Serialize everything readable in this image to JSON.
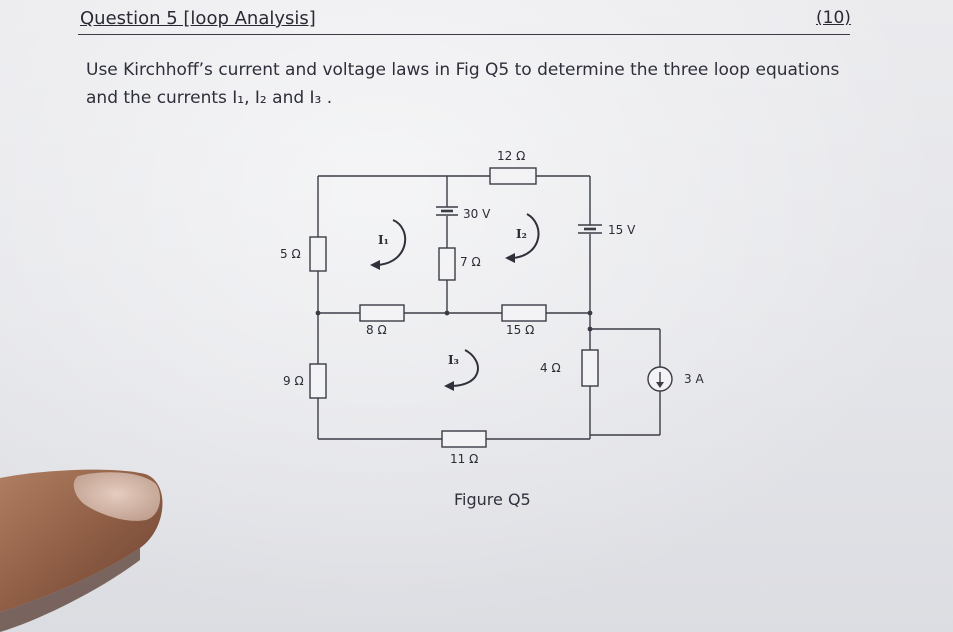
{
  "header": {
    "title": "Question 5 [loop Analysis]",
    "marks": "(10)"
  },
  "question": {
    "text": "Use Kirchhoff’s current and voltage laws in Fig Q5 to determine the three loop equations and the currents I₁, I₂ and I₃ ."
  },
  "circuit": {
    "resistors": {
      "r5": "5 Ω",
      "r12": "12 Ω",
      "r7": "7 Ω",
      "r8": "8 Ω",
      "r15": "15 Ω",
      "r9": "9 Ω",
      "r4": "4 Ω",
      "r11": "11 Ω"
    },
    "sources": {
      "v30": "30 V",
      "v15": "15 V",
      "i3": "3 A"
    },
    "loops": {
      "i1": "I₁",
      "i2": "I₂",
      "i3": "I₃"
    }
  },
  "figure": {
    "caption": "Figure Q5"
  }
}
